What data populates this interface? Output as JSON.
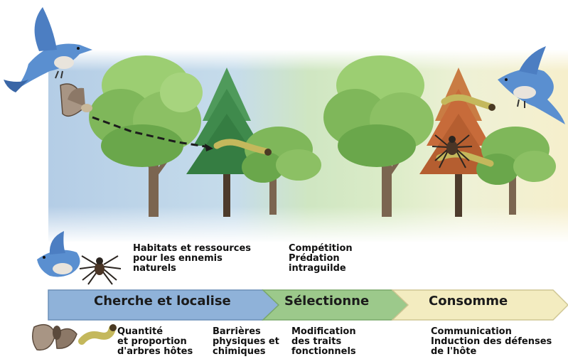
{
  "stages": [
    {
      "label": "Cherche et localise",
      "color": "#8fb2d9"
    },
    {
      "label": "Sélectionne",
      "color": "#9cc98b"
    },
    {
      "label": "Consomme",
      "color": "#f3ecc0"
    }
  ],
  "enemy_notes": {
    "habitats": "Habitats et ressources\npour les ennemis\nnaturels",
    "competition": "Compétition\nPrédation\nintraguilde"
  },
  "herbivore_notes": {
    "quantite": "Quantité\net proportion\nd'arbres hôtes",
    "barrieres": "Barrières\nphysiques et\nchimiques",
    "modification": "Modification\ndes traits\nfonctionnels",
    "communication": "Communication\nInduction des défenses\nde l'hôte"
  },
  "icons": [
    "bird-icon",
    "moth-icon",
    "spider-icon",
    "caterpillar-icon",
    "deciduous-tree-icon",
    "conifer-tree-icon"
  ],
  "colors": {
    "search_bg": "#b7cfe6",
    "select_bg": "#c9e2b4",
    "consume_bg": "#f4eec8",
    "bird_blue": "#5a8fd0",
    "foliage_light": "#8cc064",
    "foliage_dark": "#5e9b3f",
    "conifer_green": "#3f8a4c",
    "conifer_damaged": "#c76b3a"
  }
}
